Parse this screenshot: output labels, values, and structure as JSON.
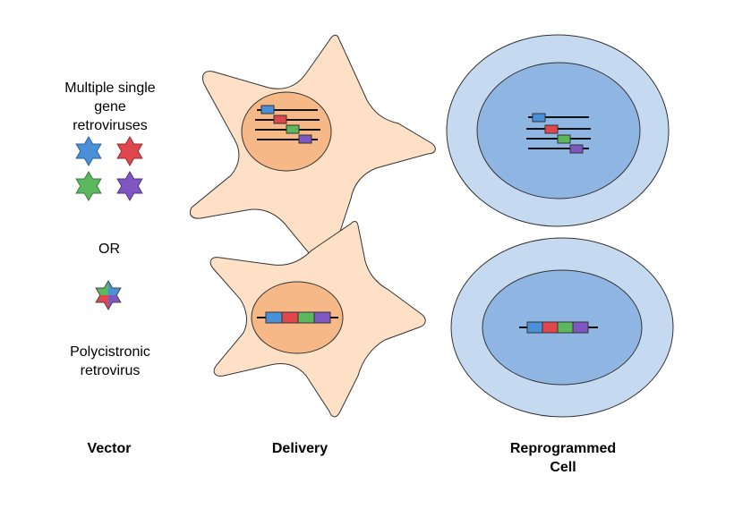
{
  "labels": {
    "multi_line1": "Multiple single",
    "multi_line2": "gene",
    "multi_line3": "retroviruses",
    "or": "OR",
    "poly_line1": "Polycistronic",
    "poly_line2": "retrovirus",
    "col_vector": "Vector",
    "col_delivery": "Delivery",
    "col_reprogrammed_line1": "Reprogrammed",
    "col_reprogrammed_line2": "Cell"
  },
  "colors": {
    "blue": "#4a90d9",
    "red": "#e0474c",
    "green": "#5cb85c",
    "purple": "#7e57c2",
    "fibroblast": "#fde0c5",
    "fibroblast_nucleus": "#f6b887",
    "cell_outer": "#c5daf0",
    "cell_inner": "#8fb6e3"
  },
  "icons": {
    "single_viruses": [
      "blue-star-icon",
      "red-star-icon",
      "green-star-icon",
      "purple-star-icon"
    ],
    "polycistronic_virus": "four-color-star-icon"
  }
}
